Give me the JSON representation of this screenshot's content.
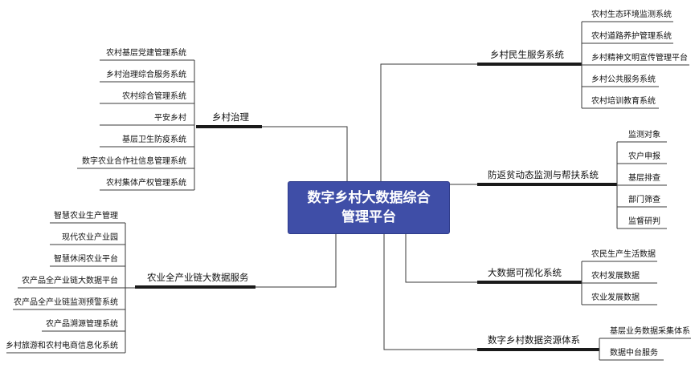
{
  "center": {
    "line1": "数字乡村大数据综合",
    "line2": "管理平台"
  },
  "branches": {
    "governance": {
      "label": "乡村治理",
      "items": [
        "农村基层党建管理系统",
        "乡村治理综合服务系统",
        "农村综合管理系统",
        "平安乡村",
        "基层卫生防疫系统",
        "数字农业合作社信息管理系统",
        "农村集体产权管理系统"
      ]
    },
    "agri_chain": {
      "label": "农业全产业链大数据服务",
      "items": [
        "智慧农业生产管理",
        "现代农业产业园",
        "智慧休闲农业平台",
        "农产品全产业链大数据平台",
        "农产品全产业链监测预警系统",
        "农产品溯源管理系统",
        "乡村旅游和农村电商信息化系统"
      ]
    },
    "livelihood": {
      "label": "乡村民生服务系统",
      "items": [
        "农村生态环境监测系统",
        "农村道路养护管理系统",
        "乡村精神文明宣传管理平台",
        "乡村公共服务系统",
        "农村培训教育系统"
      ]
    },
    "poverty": {
      "label": "防返贫动态监测与帮扶系统",
      "items": [
        "监测对象",
        "农户申报",
        "基层排查",
        "部门筛查",
        "监督研判"
      ]
    },
    "visualization": {
      "label": "大数据可视化系统",
      "items": [
        "农民生产生活数据",
        "农村发展数据",
        "农业发展数据"
      ]
    },
    "resources": {
      "label": "数字乡村数据资源体系",
      "items": [
        "基层业务数据采集体系",
        "数据中台服务"
      ]
    }
  }
}
